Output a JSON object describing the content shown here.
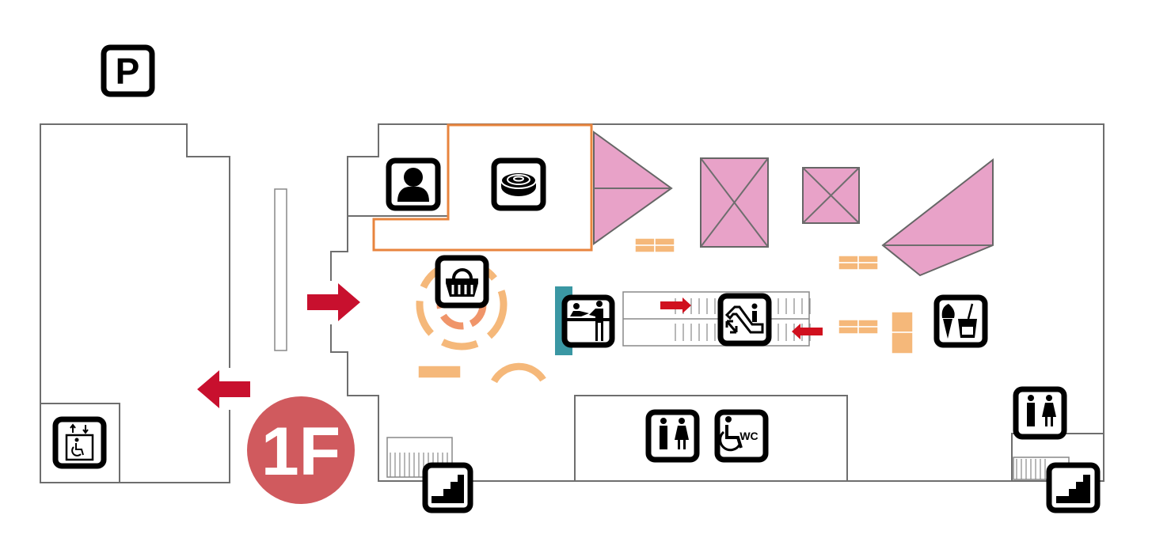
{
  "map": {
    "parking_label": "P",
    "floor_label": "1F",
    "accessible_toilet_label": "WC"
  },
  "legend_icons": [
    "parking-icon",
    "photo-booth-icon",
    "disc-icon",
    "shopping-basket-icon",
    "service-counter-icon",
    "escalator-icon",
    "ice-cream-drink-icon",
    "restroom-icon",
    "accessible-restroom-icon",
    "elevator-icon",
    "stairs-icon"
  ],
  "colors": {
    "floor_badge": "#d05a5e",
    "arrow": "#c8102e",
    "display_area": "#e8a2c8",
    "shop_outline": "#e8843e",
    "fixture": "#f5b87a",
    "counter_panel": "#3a97a3"
  }
}
